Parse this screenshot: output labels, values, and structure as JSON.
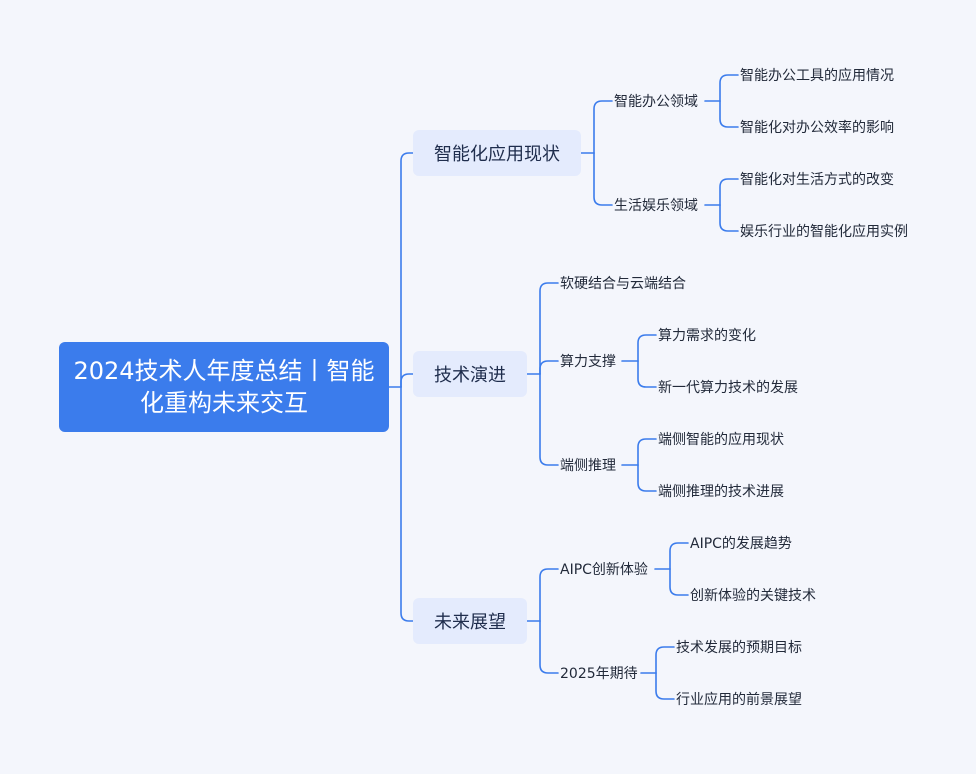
{
  "root": {
    "label": "2024技术人年度总结丨智能化重构未来交互"
  },
  "branches": [
    {
      "label": "智能化应用现状",
      "children": [
        {
          "label": "智能办公领域",
          "children": [
            "智能办公工具的应用情况",
            "智能化对办公效率的影响"
          ]
        },
        {
          "label": "生活娱乐领域",
          "children": [
            "智能化对生活方式的改变",
            "娱乐行业的智能化应用实例"
          ]
        }
      ]
    },
    {
      "label": "技术演进",
      "children": [
        {
          "label": "软硬结合与云端结合",
          "children": []
        },
        {
          "label": "算力支撑",
          "children": [
            "算力需求的变化",
            "新一代算力技术的发展"
          ]
        },
        {
          "label": "端侧推理",
          "children": [
            "端侧智能的应用现状",
            "端侧推理的技术进展"
          ]
        }
      ]
    },
    {
      "label": "未来展望",
      "children": [
        {
          "label": "AIPC创新体验",
          "children": [
            "AIPC的发展趋势",
            "创新体验的关键技术"
          ]
        },
        {
          "label": "2025年期待",
          "children": [
            "技术发展的预期目标",
            "行业应用的前景展望"
          ]
        }
      ]
    }
  ]
}
